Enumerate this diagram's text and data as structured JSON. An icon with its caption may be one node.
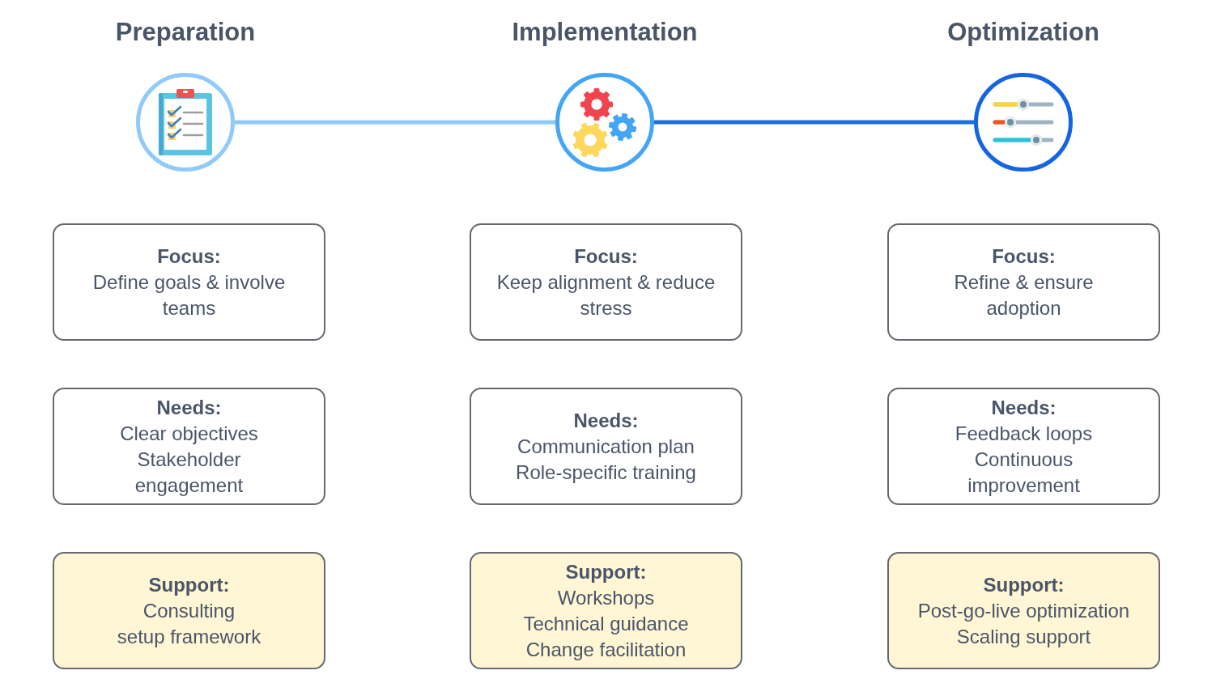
{
  "diagram": {
    "nodes": [
      {
        "text": [
          "Preparation"
        ]
      },
      {
        "text": [
          "Implementation"
        ]
      },
      {
        "text": [
          "Optimization"
        ]
      },
      {
        "text": [
          "Focus:",
          "Define goals & involve teams"
        ]
      },
      {
        "text": [
          "Focus:",
          "Keep alignment & reduce stress"
        ]
      },
      {
        "text": [
          "Focus:",
          "Refine & ensure adoption"
        ]
      },
      {
        "text": [
          "Needs:",
          "Clear objectives",
          "Stakeholder engagement"
        ]
      },
      {
        "text": [
          "Needs:",
          "Communication plan",
          "Role-specific training"
        ]
      },
      {
        "text": [
          "Needs:",
          "Feedback loops",
          "Continuous improvement"
        ]
      },
      {
        "text": [
          "Support:",
          "Consulting",
          "setup framework"
        ]
      },
      {
        "text": [
          "Support:",
          "Workshops",
          "Technical guidance",
          "Change facilitation"
        ]
      },
      {
        "text": [
          "Support:",
          "Post-go-live optimization",
          "Scaling support"
        ]
      }
    ],
    "edges": [
      {
        "from": 0,
        "to": 1,
        "arrow": "none",
        "color": "#90caf9"
      },
      {
        "from": 1,
        "to": 2,
        "arrow": "none",
        "color": "#1f6fe0"
      }
    ]
  }
}
